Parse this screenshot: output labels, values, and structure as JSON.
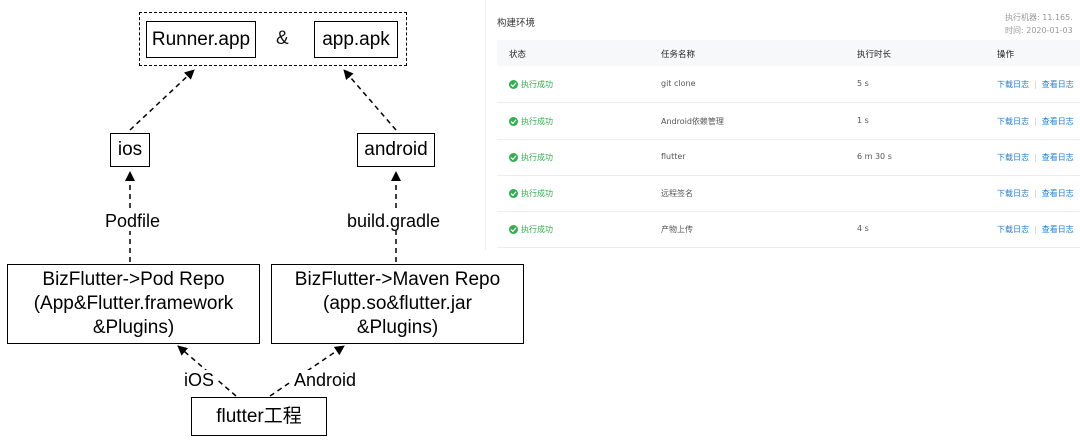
{
  "diagram": {
    "runner": "Runner.app",
    "amp": "&",
    "apk": "app.apk",
    "ios": "ios",
    "android": "android",
    "podfile": "Podfile",
    "gradle": "build.gradle",
    "pod_repo": "BizFlutter->Pod Repo\n(App&Flutter.framework\n&Plugins)",
    "maven_repo": "BizFlutter->Maven Repo\n(app.so&flutter.jar\n&Plugins)",
    "ios_label": "iOS",
    "android_label": "Android",
    "project": "flutter工程"
  },
  "panel": {
    "title": "构建环境",
    "meta_line1": "执行机器: 11.165.",
    "meta_line2": "时间: 2020-01-03",
    "headers": {
      "status": "状态",
      "task": "任务名称",
      "duration": "执行时长",
      "ops": "操作"
    },
    "rows": [
      {
        "status": "执行成功",
        "task": "git clone",
        "duration": "5 s",
        "download": "下载日志",
        "view": "查看日志"
      },
      {
        "status": "执行成功",
        "task": "Android依赖管理",
        "duration": "1 s",
        "download": "下载日志",
        "view": "查看日志"
      },
      {
        "status": "执行成功",
        "task": "flutter",
        "duration": "6 m 30 s",
        "download": "下载日志",
        "view": "查看日志"
      },
      {
        "status": "执行成功",
        "task": "远程签名",
        "duration": "",
        "download": "下载日志",
        "view": "查看日志"
      },
      {
        "status": "执行成功",
        "task": "产物上传",
        "duration": "4 s",
        "download": "下载日志",
        "view": "查看日志"
      }
    ],
    "status_color": "#2bb24c",
    "link_color": "#1f7ed6"
  }
}
